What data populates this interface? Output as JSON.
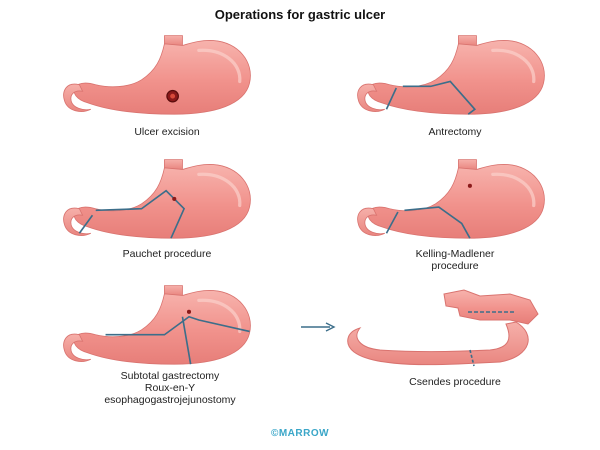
{
  "title": "Operations for gastric ulcer",
  "panels": [
    {
      "id": "ulcer-excision",
      "caption": [
        "Ulcer excision"
      ]
    },
    {
      "id": "antrectomy",
      "caption": [
        "Antrectomy"
      ]
    },
    {
      "id": "pauchet",
      "caption": [
        "Pauchet procedure"
      ]
    },
    {
      "id": "kelling-madlener",
      "caption": [
        "Kelling-Madlener",
        "procedure"
      ]
    },
    {
      "id": "subtotal-gastrectomy",
      "caption": [
        "Subtotal gastrectomy",
        "Roux-en-Y",
        "esophagogastrojejunostomy"
      ]
    },
    {
      "id": "csendes",
      "caption": [
        "Csendes procedure"
      ]
    }
  ],
  "logo": "©MARROW",
  "colors": {
    "stomach_fill": "#f29a9a",
    "stomach_stroke": "#d9736f",
    "resection_line": "#3c6e8a",
    "ulcer": "#8b1a1a",
    "logo": "#3aa6c8"
  }
}
